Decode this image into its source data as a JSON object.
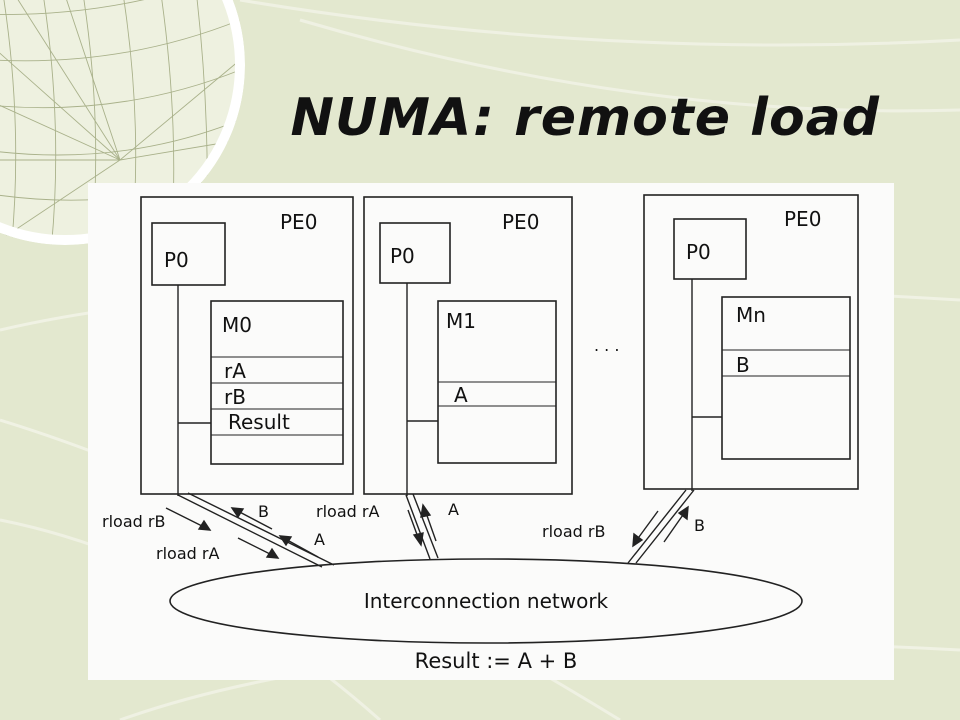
{
  "title": "NUMA: remote load",
  "nodes": [
    {
      "pe": "PE0",
      "proc": "P0",
      "mem": "M0",
      "cells": [
        "rA",
        "rB",
        "Result"
      ]
    },
    {
      "pe": "PE0",
      "proc": "P0",
      "mem": "M1",
      "cells": [
        "A"
      ]
    },
    {
      "pe": "PE0",
      "proc": "P0",
      "mem": "Mn",
      "cells": [
        "B"
      ]
    }
  ],
  "ellipsis": ". . .",
  "network_label": "Interconnection network",
  "messages": {
    "left_rload_rB": "rload rB",
    "left_rload_rA": "rload rA",
    "left_B": "B",
    "left_A": "A",
    "mid_rload_rA": "rload rA",
    "mid_A": "A",
    "right_rload_rB": "rload rB",
    "right_B": "B"
  },
  "formula": "Result := A + B",
  "colors": {
    "background": "#e3e8cf",
    "panel": "#fbfbfa",
    "ink": "#111111"
  }
}
